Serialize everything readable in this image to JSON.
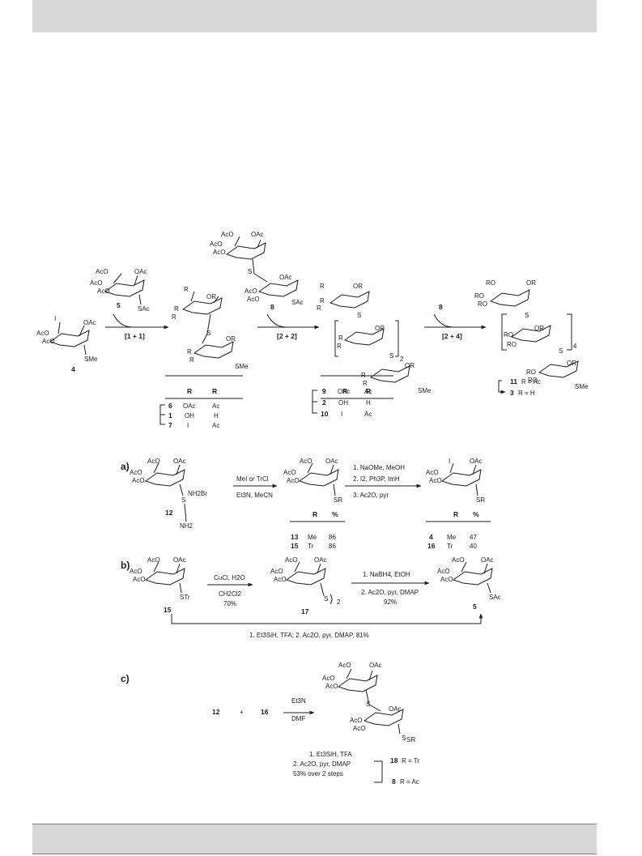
{
  "labels": {
    "step1": "[1 + 1]",
    "step2": "[2 + 2]",
    "step3": "[2 + 4]",
    "cmpd4": "4",
    "cmpd5": "5",
    "cmpd8a": "8",
    "cmpd8b": "8",
    "r1": "R",
    "r2": "R",
    "sup1": "1",
    "sup2": "2",
    "t1_6": "6",
    "t1_6a": "OAc",
    "t1_6b": "Ac",
    "t1_1": "1",
    "t1_1a": "OH",
    "t1_1b": "H",
    "t1_7": "7",
    "t1_7a": "I",
    "t1_7b": "Ac",
    "t2_9": "9",
    "t2_9a": "OAc",
    "t2_9b": "Ac",
    "t2_2": "2",
    "t2_2a": "OH",
    "t2_2b": "H",
    "t2_10": "10",
    "t2_10a": "I",
    "t2_10b": "Ac",
    "c11": "11",
    "c11r": "R = Ac",
    "c3": "3",
    "c3r": "R = H",
    "sub2": "2",
    "sub4": "4"
  },
  "groups": {
    "AcO": "AcO",
    "OAc": "OAc",
    "SAc": "SAc",
    "SMe": "SMe",
    "S": "S",
    "I": "I",
    "OR2": "OR",
    "R2O": "R",
    "RO": "RO",
    "OR": "OR",
    "O": "O"
  },
  "scheme_a": {
    "tag": "a)",
    "cmpd12": "12",
    "reag1": "MeI or TrCl",
    "reag2": "Et3N, MeCN",
    "steps": [
      "1. NaOMe, MeOH",
      "2. I2, Ph3P, ImH",
      "3. Ac2O, pyr"
    ],
    "rowsLeft": [
      [
        "13",
        "Me",
        "86"
      ],
      [
        "15",
        "Tr",
        "86"
      ]
    ],
    "rowsRight": [
      [
        "4",
        "Me",
        "47"
      ],
      [
        "16",
        "Tr",
        "40"
      ]
    ],
    "hdrR": "R",
    "hdrPct": "%",
    "nh2br": "NH2Br",
    "nh2": "NH2",
    "SR": "SR"
  },
  "scheme_b": {
    "tag": "b)",
    "cmpd15": "15",
    "cmpd17": "17",
    "cmpd5": "5",
    "reag1": "CuCl, H2O",
    "reag2": "CH2Cl2",
    "yield1": "70%",
    "step1": "1. NaBH4, EtOH",
    "step2": "2. Ac2O, pyr, DMAP",
    "yield2": "92%",
    "bottom": "1. Et3SiH, TFA; 2. Ac2O, pyr, DMAP, 81%",
    "STr": "STr"
  },
  "scheme_c": {
    "tag": "c)",
    "cmpd12": "12",
    "plus": "+",
    "cmpd16": "16",
    "reag1": "Et3N",
    "reag2": "DMF",
    "steps": [
      "1. Et3SiH, TFA",
      "2. Ac2O, pyr, DMAP",
      "53% over 2 steps"
    ],
    "c18": "18",
    "c18r": "R = Tr",
    "c8": "8",
    "c8r": "R = Ac"
  }
}
